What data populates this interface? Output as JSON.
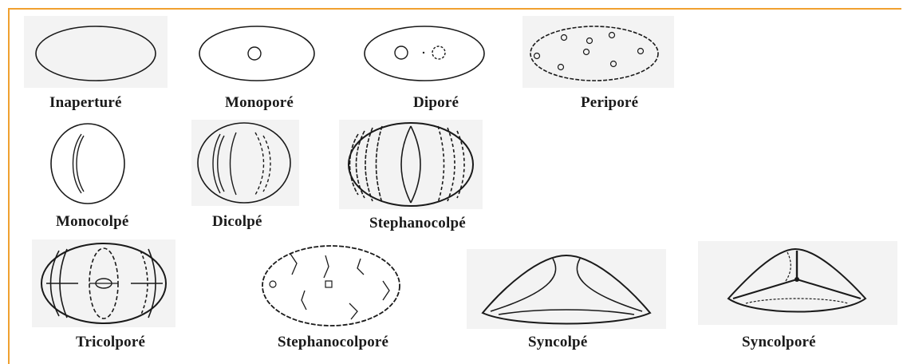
{
  "labels": {
    "inaperture": "Inaperturé",
    "monopore": "Monoporé",
    "dipore": "Diporé",
    "peripore": "Periporé",
    "monocolpe": "Monocolpé",
    "dicolpe": "Dicolpé",
    "stephanocolpe": "Stephanocolpé",
    "tricolpore": "Tricolporé",
    "stephanocolpore": "Stephanocolporé",
    "syncolpe": "Syncolpé",
    "syncolpore": "Syncolporé"
  },
  "colors": {
    "frame": "#f0a030",
    "ink": "#1a1a1a"
  }
}
